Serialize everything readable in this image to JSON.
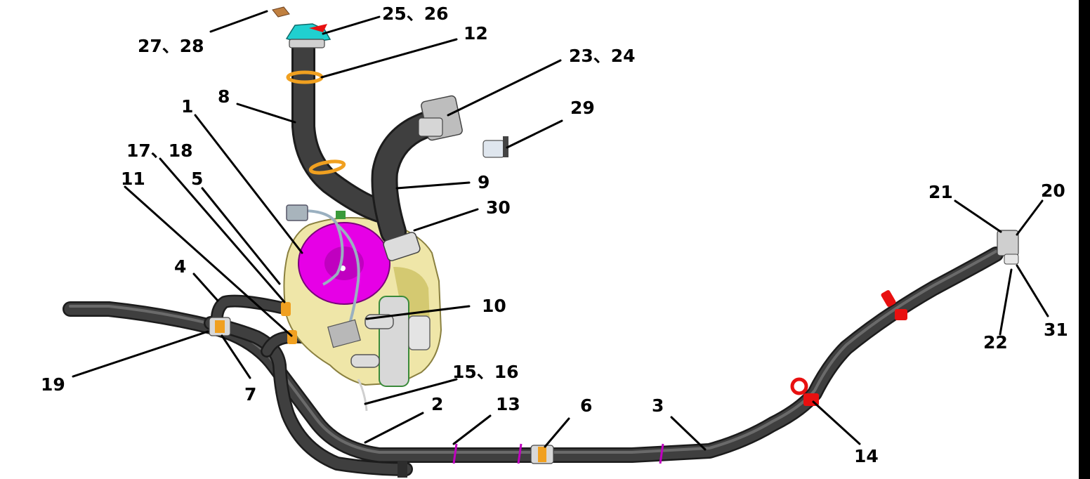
{
  "labels": {
    "l_27_28": "27、28",
    "l_25_26": "25、26",
    "l_12": "12",
    "l_23_24": "23、24",
    "l_8": "8",
    "l_1": "1",
    "l_29": "29",
    "l_17_18": "17、18",
    "l_11": "11",
    "l_5": "5",
    "l_9": "9",
    "l_30": "30",
    "l_21": "21",
    "l_20": "20",
    "l_4": "4",
    "l_10": "10",
    "l_19": "19",
    "l_7": "7",
    "l_15_16": "15、16",
    "l_2": "2",
    "l_13": "13",
    "l_6": "6",
    "l_3": "3",
    "l_14": "14",
    "l_22": "22",
    "l_31": "31"
  },
  "colors": {
    "hose": "#3f3f3f",
    "housing": "#efe6a8",
    "blower_wheel": "#e600e6",
    "clamp_orange": "#f0a020",
    "clip_red": "#e81010",
    "marker_magenta": "#c000c0",
    "cap_cyan": "#20d0d0",
    "connector_gray": "#c8c8c8"
  }
}
